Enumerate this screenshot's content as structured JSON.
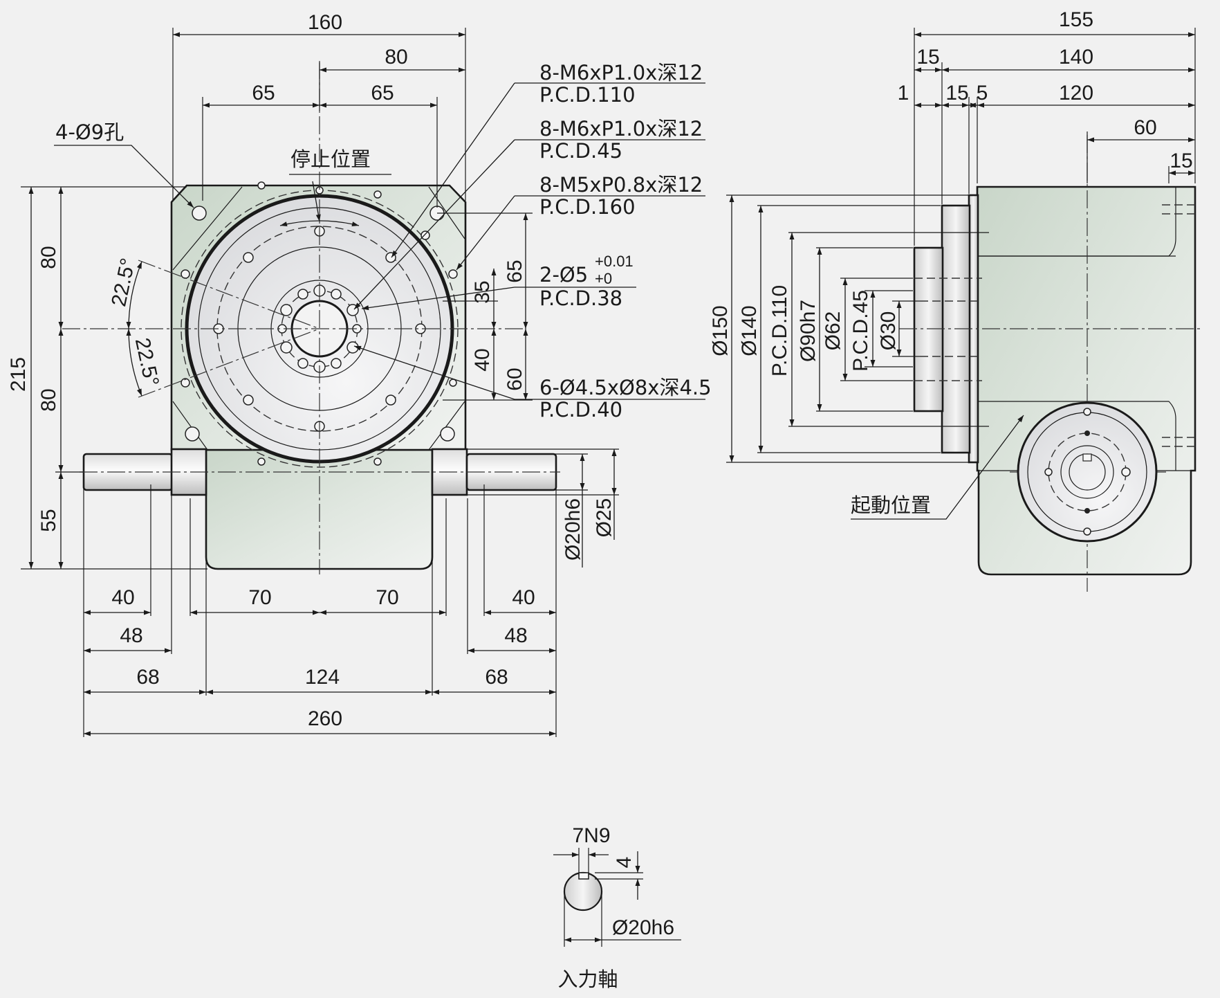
{
  "colors": {
    "background": "#f1f1f1",
    "body_fill": "#d6e0d6",
    "turntable_fill": "#e4e4e6",
    "line": "#1a1a1a"
  },
  "front_view": {
    "dims_top": {
      "d160": "160",
      "d80": "80",
      "d65_left": "65",
      "d65_right": "65"
    },
    "dims_left": {
      "d215": "215",
      "d80_upper": "80",
      "d80_lower": "80",
      "d55": "55",
      "angle_upper": "22.5°",
      "angle_lower": "22.5°"
    },
    "dims_right": {
      "d65": "65",
      "d35": "35",
      "d40": "40",
      "d60": "60",
      "shaft_dia": "Ø20h6",
      "boss_dia": "Ø25"
    },
    "dims_bottom": {
      "d40_left": "40",
      "d70_left": "70",
      "d70_right": "70",
      "d40_right": "40",
      "d48_left": "48",
      "d48_right": "48",
      "d68_left": "68",
      "d124": "124",
      "d68_right": "68",
      "d260": "260"
    },
    "stop_position": "停止位置",
    "corner_holes": "4-Ø9孔",
    "callouts": [
      {
        "line1": "8-M6xP1.0x深12",
        "line2": "P.C.D.110"
      },
      {
        "line1": "8-M6xP1.0x深12",
        "line2": "P.C.D.45"
      },
      {
        "line1": "8-M5xP0.8x深12",
        "line2": "P.C.D.160"
      },
      {
        "line1": "2-Ø5",
        "tol_upper": "+0.01",
        "tol_lower": "+0",
        "line2": "P.C.D.38"
      },
      {
        "line1": "6-Ø4.5xØ8x深4.5",
        "line2": "P.C.D.40"
      }
    ]
  },
  "side_view": {
    "dims_top": {
      "d155": "155",
      "d15": "15",
      "d140": "140",
      "d1": "1",
      "d15b": "15",
      "d5": "5",
      "d120": "120",
      "d60": "60",
      "d15_right": "15"
    },
    "dims_left": {
      "d150": "Ø150",
      "d140": "Ø140",
      "pcd110": "P.C.D.110",
      "d90": "Ø90h7",
      "d62": "Ø62",
      "pcd45": "P.C.D.45",
      "d30": "Ø30"
    },
    "start_position": "起動位置"
  },
  "input_shaft": {
    "key_width": "7N9",
    "key_depth": "4",
    "diameter": "Ø20h6",
    "title": "入力軸"
  }
}
